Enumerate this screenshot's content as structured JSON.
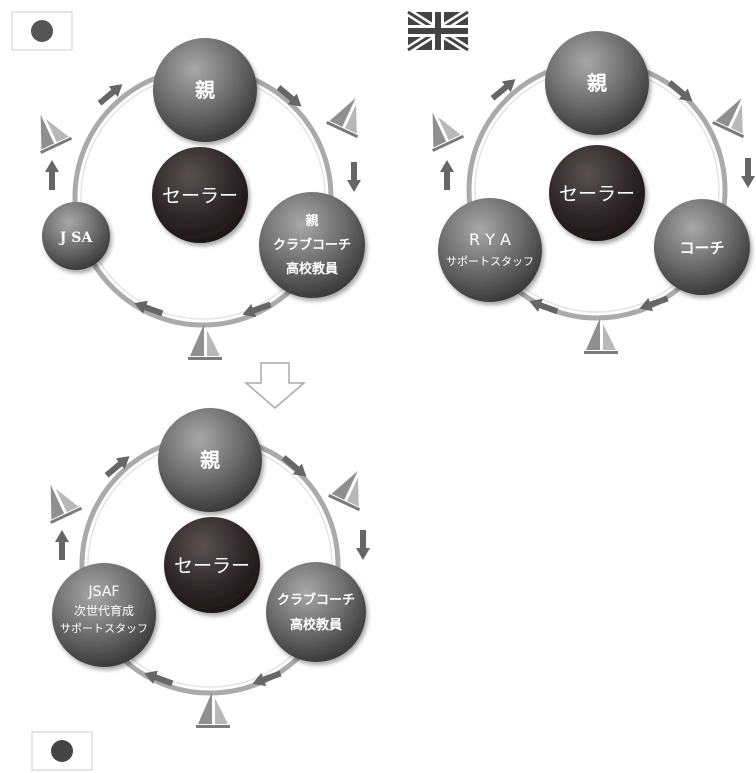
{
  "diagrams": [
    {
      "id": "japan-current",
      "flag": "japan",
      "center": [
        "セーラー"
      ],
      "top": [
        "親"
      ],
      "right": [
        "親",
        "クラブコーチ",
        "高校教員"
      ],
      "left": [
        "J SA"
      ]
    },
    {
      "id": "uk",
      "flag": "uk",
      "center": [
        "セーラー"
      ],
      "top": [
        "親"
      ],
      "right": [
        "コーチ"
      ],
      "left": [
        "R Y A",
        "サポートスタッフ"
      ]
    },
    {
      "id": "japan-proposed",
      "flag": "japan",
      "center": [
        "セーラー"
      ],
      "top": [
        "親"
      ],
      "right": [
        "クラブコーチ",
        "高校教員"
      ],
      "left": [
        "JSAF",
        "次世代育成",
        "サポートスタッフ"
      ]
    }
  ],
  "transition_arrow": "down-arrow-icon",
  "colors": {
    "node_gradient_light": "#9a9a9a",
    "node_gradient_dark": "#3c3c3c",
    "center_dark": "#2e2628",
    "ring": "#aaaaaa",
    "arrow": "#666666",
    "sail": "#8c8c8c",
    "japan_red_disc": "#555555"
  }
}
